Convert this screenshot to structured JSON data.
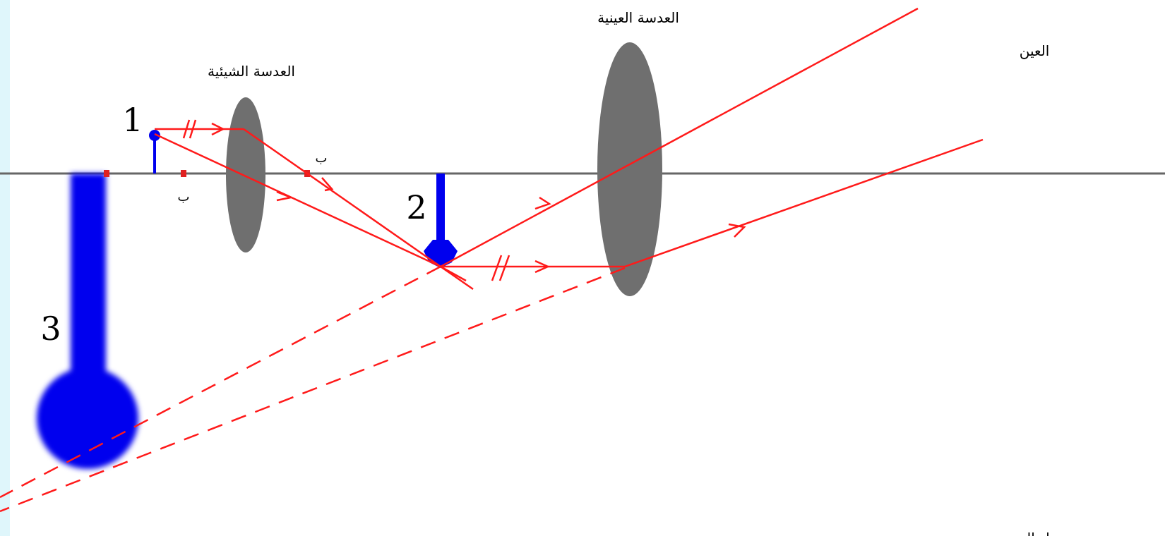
{
  "labels": {
    "objective_lens": "العدسة الشيئية",
    "eyepiece_lens": "العدسة العينية",
    "eye": "العين",
    "focal_mark": "ب",
    "object_1": "1",
    "image_2": "2",
    "image_3": "3",
    "bottom_text": "ل العين"
  },
  "colors": {
    "axis": "#666666",
    "lens": "#6f6f6f",
    "ray": "#ff1a1a",
    "object": "#0000ee",
    "background_strip": "#dff6fb"
  }
}
